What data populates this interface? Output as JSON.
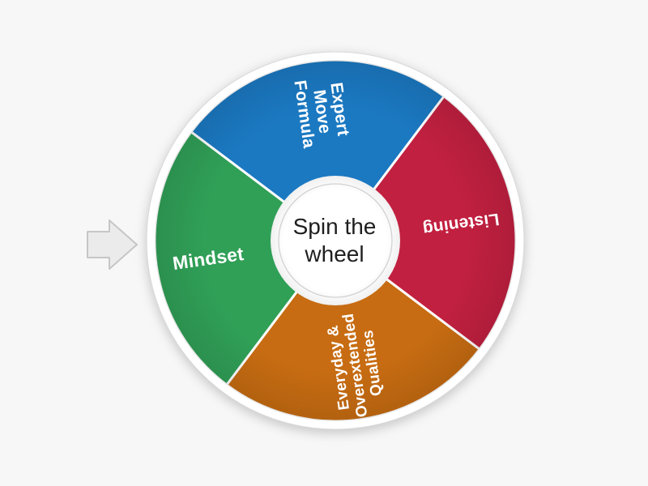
{
  "page": {
    "background_color": "#f7f7f7"
  },
  "spinner": {
    "center_label": "Spin the\nwheel",
    "segments": [
      {
        "label": "Expert\nMove\nFormula",
        "color": "#1b79c2"
      },
      {
        "label": "Listening",
        "color": "#c22040"
      },
      {
        "label": "Everyday &\nOverextended\nQualities",
        "color": "#c76c12"
      },
      {
        "label": "Mindset",
        "color": "#30a057"
      }
    ],
    "separator_color": "#ffffff",
    "label_text_color": "#ffffff",
    "center_text_color": "#1f1f1f",
    "pointer": {
      "icon": "arrow-right-icon",
      "fill": "#ebebeb",
      "border": "#c6c6c6"
    }
  }
}
